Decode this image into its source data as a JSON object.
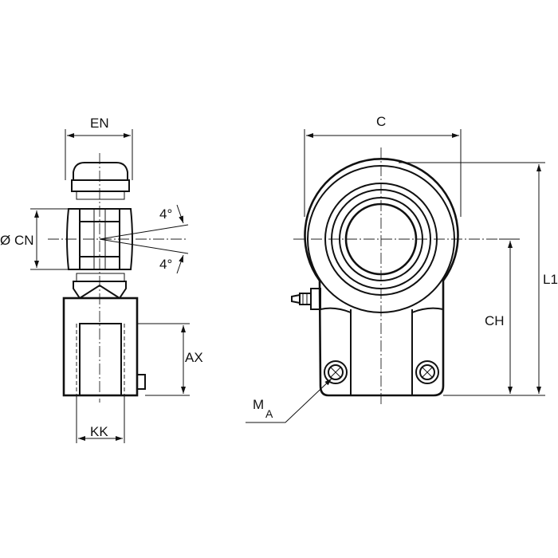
{
  "drawing": {
    "labels": {
      "en": "EN",
      "cn": "Ø CN",
      "angle_top": "4°",
      "angle_bottom": "4°",
      "ax": "AX",
      "kk": "KK",
      "c": "C",
      "ch": "CH",
      "l1": "L1",
      "ma_main": "M",
      "ma_sub": "A"
    }
  }
}
